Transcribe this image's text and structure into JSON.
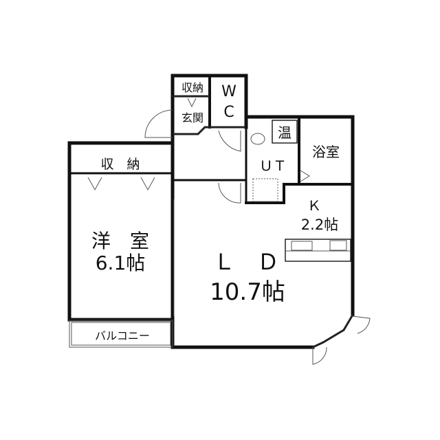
{
  "rooms": {
    "western_room": {
      "name": "洋　室",
      "size": "6.1帖"
    },
    "western_storage": {
      "name": "収　納"
    },
    "balcony": {
      "name": "バルコニー"
    },
    "living_dining": {
      "name": "Ｌ　Ｄ",
      "size": "10.7帖"
    },
    "kitchen": {
      "name": "Ｋ",
      "size": "2.2帖"
    },
    "utility": {
      "name": "ＵＴ"
    },
    "bathroom": {
      "name": "浴室"
    },
    "water_heater": {
      "name": "温"
    },
    "toilet": {
      "line1": "W",
      "line2": "C"
    },
    "entry_storage": {
      "name": "収納"
    },
    "entrance": {
      "name": "玄関"
    }
  }
}
